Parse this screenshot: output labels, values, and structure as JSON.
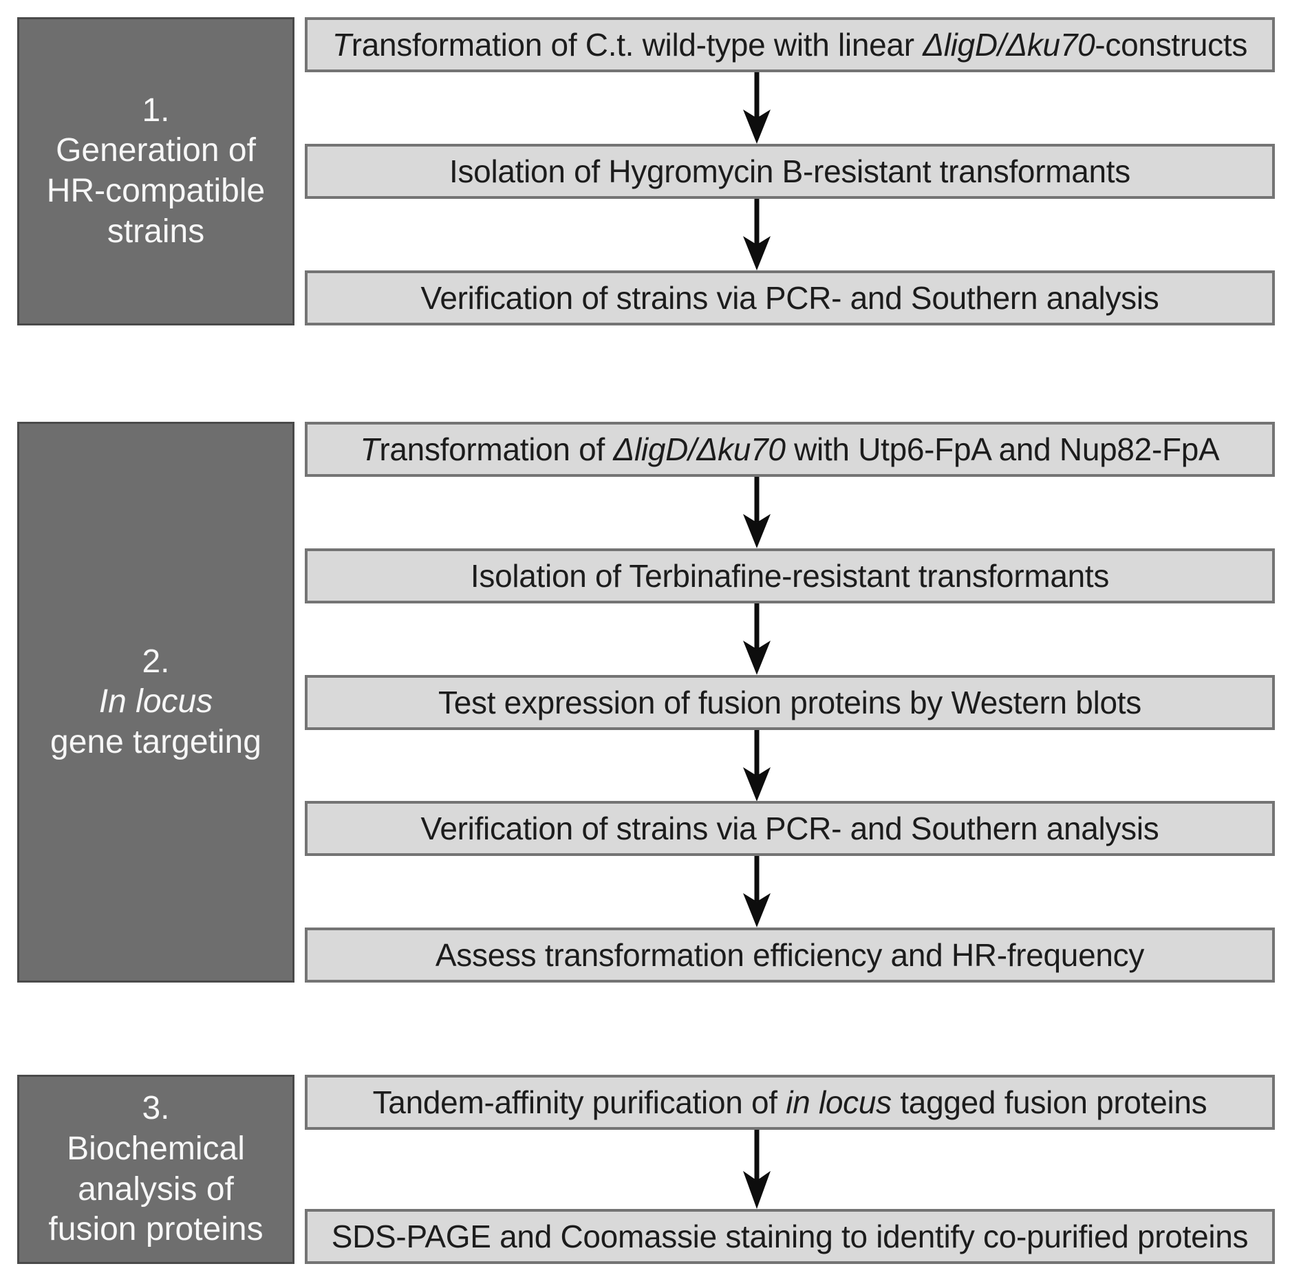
{
  "colors": {
    "sidebar_fill": "#6e6e6e",
    "sidebar_border": "#4a4a4a",
    "sidebar_text": "#f7f7f7",
    "box_fill": "#d9d9d9",
    "box_border": "#747474",
    "text_color": "#1c1c1c",
    "arrow_color": "#0d0d0d",
    "page_background": "#ffffff"
  },
  "sections": [
    {
      "id": "generation-of-hr-compatible-strains",
      "label_lines": [
        [
          {
            "text": "1.",
            "italic": false
          }
        ],
        [
          {
            "text": "Generation of",
            "italic": false
          }
        ],
        [
          {
            "text": "HR-compatible",
            "italic": false
          }
        ],
        [
          {
            "text": "strains",
            "italic": false
          }
        ]
      ],
      "steps": [
        [
          {
            "text": "T",
            "italic": true
          },
          {
            "text": "ransformation of C.t. wild-type with linear ",
            "italic": false
          },
          {
            "text": "ΔligD/Δku70",
            "italic": true
          },
          {
            "text": "-constructs",
            "italic": false
          }
        ],
        [
          {
            "text": "Isolation of Hygromycin B-resistant transformants",
            "italic": false
          }
        ],
        [
          {
            "text": "Verification of strains via PCR- and Southern analysis",
            "italic": false
          }
        ]
      ]
    },
    {
      "id": "in-locus-gene-targeting",
      "label_lines": [
        [
          {
            "text": "2.",
            "italic": false
          }
        ],
        [
          {
            "text": "In locus",
            "italic": true
          }
        ],
        [
          {
            "text": "gene targeting",
            "italic": false
          }
        ]
      ],
      "steps": [
        [
          {
            "text": "T",
            "italic": true
          },
          {
            "text": "ransformation of ",
            "italic": false
          },
          {
            "text": "ΔligD/Δku70",
            "italic": true
          },
          {
            "text": " with Utp6-FpA and Nup82-FpA",
            "italic": false
          }
        ],
        [
          {
            "text": "Isolation of Terbinafine-resistant transformants",
            "italic": false
          }
        ],
        [
          {
            "text": "Test expression of fusion proteins by Western blots",
            "italic": false
          }
        ],
        [
          {
            "text": "Verification of strains via PCR- and Southern analysis",
            "italic": false
          }
        ],
        [
          {
            "text": "Assess transformation efficiency and HR-frequency",
            "italic": false
          }
        ]
      ]
    },
    {
      "id": "biochemical-analysis-of-fusion-proteins",
      "label_lines": [
        [
          {
            "text": "3.",
            "italic": false
          }
        ],
        [
          {
            "text": "Biochemical",
            "italic": false
          }
        ],
        [
          {
            "text": "analysis of",
            "italic": false
          }
        ],
        [
          {
            "text": "fusion proteins",
            "italic": false
          }
        ]
      ],
      "steps": [
        [
          {
            "text": "Tandem-affinity purification of ",
            "italic": false
          },
          {
            "text": "in locus",
            "italic": true
          },
          {
            "text": " tagged fusion proteins",
            "italic": false
          }
        ],
        [
          {
            "text": "SDS-PAGE and Coomassie staining to identify co-purified proteins",
            "italic": false
          }
        ]
      ]
    }
  ]
}
